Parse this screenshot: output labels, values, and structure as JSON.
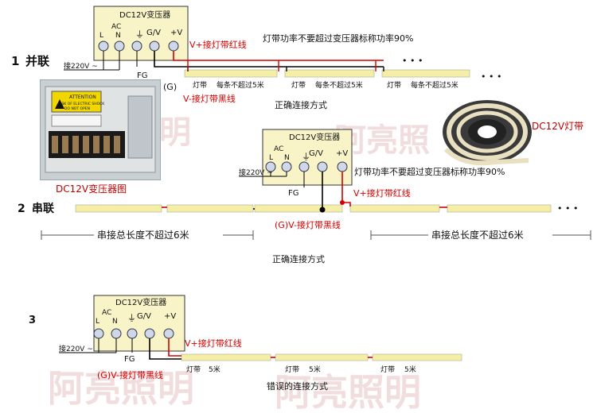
{
  "transformer_title": "DC12V变压器",
  "terminals": {
    "ac": "AC",
    "l": "L",
    "n": "N",
    "ground_symbol": "⏚",
    "gv": "G/V",
    "vplus": "+V"
  },
  "input_220v": "接220V ~",
  "fg": "FG",
  "vplus_red": "V+接灯带红线",
  "vminus_black": "V-接灯带黑线",
  "g_prefix": "(G)",
  "gv_minus_black": "(G)V-接灯带黑线",
  "power_note": "灯带功率不要超过变压器标称功率90%",
  "correct_method": "正确连接方式",
  "wrong_method": "错误的连接方式",
  "section1": {
    "num": "1",
    "title": "并联"
  },
  "section2": {
    "num": "2",
    "title": "串联"
  },
  "section3": {
    "num": "3"
  },
  "parallel_strip_labels": [
    "灯带",
    "每条不超过5米",
    "灯带",
    "每条不超过5米",
    "灯带",
    "每条不超过5米"
  ],
  "series_length": "串接总长度不超过6米",
  "strip_5m": [
    "灯带",
    "5米"
  ],
  "photo_caption": "DC12V变压器图",
  "photo_label": "ATTENTION",
  "photo_label2": "RISK OF ELECTRIC SHOCK",
  "photo_label3": "DO NOT OPEN",
  "strip_caption": "DC12V灯带",
  "watermark": "阿亮照明",
  "dots": "• • •",
  "colors": {
    "red": "#d40000",
    "black": "#000000",
    "box": "#f8f4c8",
    "strip": "#f4eea6",
    "watermark": "#e8c8c8"
  }
}
